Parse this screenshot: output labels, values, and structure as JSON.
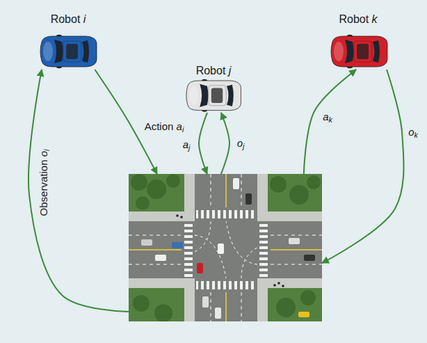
{
  "diagram": {
    "nodes": [
      {
        "text": [
          "Robot i"
        ]
      },
      {
        "text": [
          "Robot j"
        ]
      },
      {
        "text": [
          "Robot k"
        ]
      },
      {
        "text": []
      }
    ],
    "edges": [
      {
        "from": 0,
        "to": 3,
        "label": "Action ai",
        "arrow": "to"
      },
      {
        "from": 3,
        "to": 0,
        "label": "Observation oi",
        "arrow": "to"
      },
      {
        "from": 1,
        "to": 3,
        "label": "aj",
        "arrow": "to"
      },
      {
        "from": 3,
        "to": 1,
        "label": "oj",
        "arrow": "to"
      },
      {
        "from": 3,
        "to": 2,
        "label": "ak",
        "arrow": "to"
      },
      {
        "from": 2,
        "to": 3,
        "label": "ok",
        "arrow": "to"
      }
    ]
  }
}
